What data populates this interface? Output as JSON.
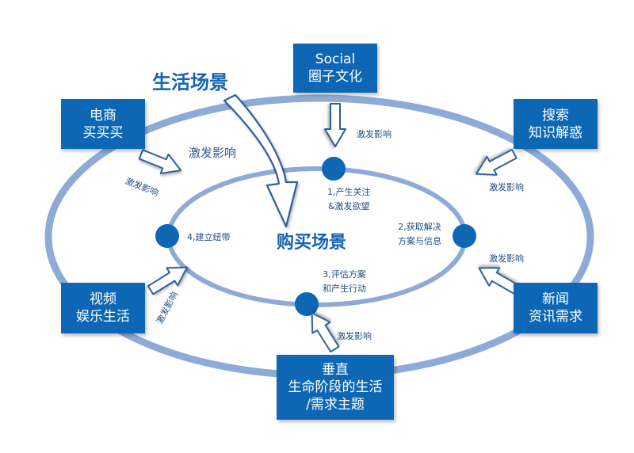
{
  "colors": {
    "box_bg": "#0d67b5",
    "ring": "#8eaad6",
    "dot": "#0d67b5",
    "arrow_fill": "#ffffff",
    "arrow_stroke": "#2e5f9e",
    "title_text": "#1663b1"
  },
  "outer_title": "生活场景",
  "inner_title": "购买场景",
  "big_arrow_label": "激发影响",
  "boxes": {
    "social": [
      "Social",
      "圈子文化"
    ],
    "ecommerce": [
      "电商",
      "买买买"
    ],
    "search": [
      "搜索",
      "知识解惑"
    ],
    "video": [
      "视频",
      "娱乐生活"
    ],
    "news": [
      "新闻",
      "资讯需求"
    ],
    "vertical": [
      "垂直",
      "生命阶段的生活",
      "/需求主题"
    ]
  },
  "influence_labels": {
    "social": "激发影响",
    "ecommerce": "激发影响",
    "search": "激发影响",
    "news": "激发影响",
    "video": "激发影响",
    "vertical": "激发影响"
  },
  "stages": {
    "s1": [
      "1,产生关注",
      "&激发欲望"
    ],
    "s2": [
      "2,获取解决",
      "方案与信息"
    ],
    "s3": [
      "3,评估方案",
      "和产生行动"
    ],
    "s4": "4,建立纽带"
  }
}
